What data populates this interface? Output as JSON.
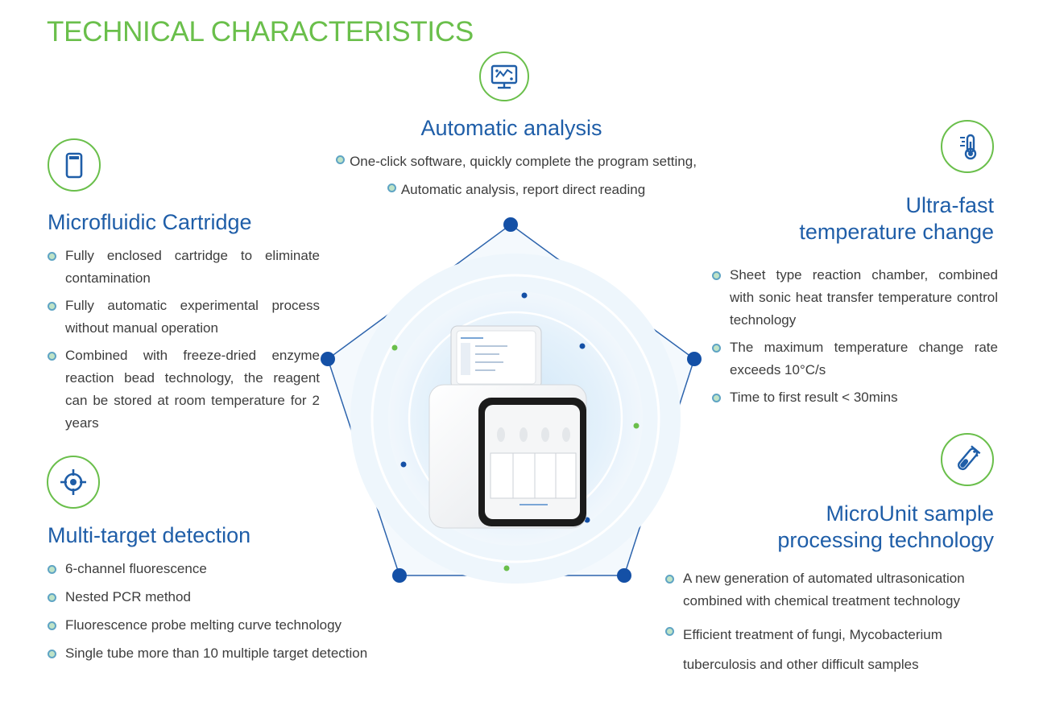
{
  "colors": {
    "green": "#6abf4b",
    "blue": "#1f5ea8",
    "node": "#1450a6",
    "text": "#3d3d3d"
  },
  "page_title": "TECHNICAL CHARACTERISTICS",
  "sections": {
    "automatic_analysis": {
      "icon": "monitor-icon",
      "title": "Automatic analysis",
      "bullets": [
        "One-click software, quickly complete the program setting,",
        "Automatic analysis, report direct reading"
      ]
    },
    "microfluidic": {
      "icon": "cartridge-icon",
      "title": "Microfluidic Cartridge",
      "bullets": [
        "Fully enclosed cartridge to eliminate contamination",
        "Fully automatic experimental process without manual operation",
        "Combined with freeze-dried enzyme reaction bead technology, the reagent can be stored at room temperature for 2 years"
      ]
    },
    "temperature": {
      "icon": "thermometer-icon",
      "title_line1": "Ultra-fast",
      "title_line2": "temperature change",
      "bullets": [
        "Sheet type reaction chamber, combined with sonic heat transfer temperature control technology",
        "The maximum temperature change rate exceeds 10°C/s",
        "Time to first result < 30mins"
      ]
    },
    "multi_target": {
      "icon": "target-icon",
      "title": "Multi-target detection",
      "bullets": [
        "6-channel fluorescence",
        "Nested PCR method",
        "Fluorescence probe melting curve technology",
        "Single tube more than 10 multiple target detection"
      ]
    },
    "microunit": {
      "icon": "test-tube-icon",
      "title_line1": "MicroUnit sample",
      "title_line2": "processing technology",
      "bullets": [
        "A new generation of automated ultrasonication combined with chemical treatment technology",
        "Efficient treatment of fungi, Mycobacterium tuberculosis and other difficult samples"
      ]
    }
  }
}
